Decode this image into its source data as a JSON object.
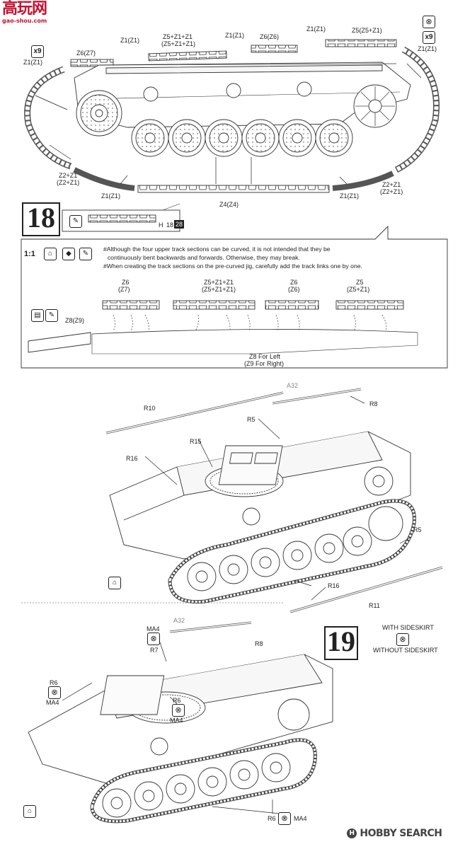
{
  "watermark_top": {
    "chars": "高玩网",
    "url": "gao-shou.com"
  },
  "watermark_bottom": {
    "brand": "HOBBY",
    "brand2": "SEARCH"
  },
  "top_view": {
    "badge_x9_left": "x9",
    "badge_x9_right": "x9",
    "labels": {
      "z1_left": "Z1(Z1)",
      "z6_z7": "Z6(Z7)",
      "z1_a": "Z1(Z1)",
      "z5_z1_z1": "Z5+Z1+Z1",
      "z5_z1_z1_p": "(Z5+Z1+Z1)",
      "z1_b": "Z1(Z1)",
      "z6_z6": "Z6(Z6)",
      "z1_c": "Z1(Z1)",
      "z5_z5_z1": "Z5(Z5+Z1)",
      "z1_right": "Z1(Z1)",
      "z2_z1_left": "Z2+Z1",
      "z2_z1_left_p": "(Z2+Z1)",
      "z1_bot_left": "Z1(Z1)",
      "z4": "Z4(Z4)",
      "z1_bot_right": "Z1(Z1)",
      "z2_z1_right": "Z2+Z1",
      "z2_z1_right_p": "(Z2+Z1)"
    }
  },
  "step18": {
    "number": "18",
    "h_label": "H",
    "h_num": "18",
    "h_num2": "28",
    "scale": "1:1",
    "notes": [
      "#Although the four upper track sections can be curved, it is not intended that they be",
      "continuously bent backwards and forwards. Otherwise, they may break.",
      "#When creating the track sections on the pre-curved jig, carefully add the track links one by one."
    ],
    "jig_labels": {
      "z6": "Z6",
      "z7p": "(Z7)",
      "z5": "Z5+Z1+Z1",
      "z5p": "(Z5+Z1+Z1)",
      "z6b": "Z6",
      "z6bp": "(Z6)",
      "z5c": "Z5",
      "z5cp": "(Z5+Z1)",
      "z8": "Z8(Z9)",
      "z8_left": "Z8 For Left",
      "z9_right": "(Z9 For Right)"
    }
  },
  "step19_upper": {
    "labels": {
      "a32": "A32",
      "r10": "R10",
      "r8": "R8",
      "r5": "R5",
      "r15": "R15",
      "r16": "R16",
      "r5b": "R5",
      "r16b": "R16",
      "r11": "R11"
    }
  },
  "step19": {
    "number": "19",
    "with": "WITH SIDESKIRT",
    "without": "WITHOUT SIDESKIRT",
    "labels": {
      "ma4": "MA4",
      "a32": "A32",
      "r7": "R7",
      "r8": "R8",
      "r6_left": "R6",
      "ma4_left": "MA4",
      "r6_mid": "R6",
      "ma4_mid": "MA4",
      "r6_bot": "R6",
      "ma4_bot": "MA4"
    }
  }
}
